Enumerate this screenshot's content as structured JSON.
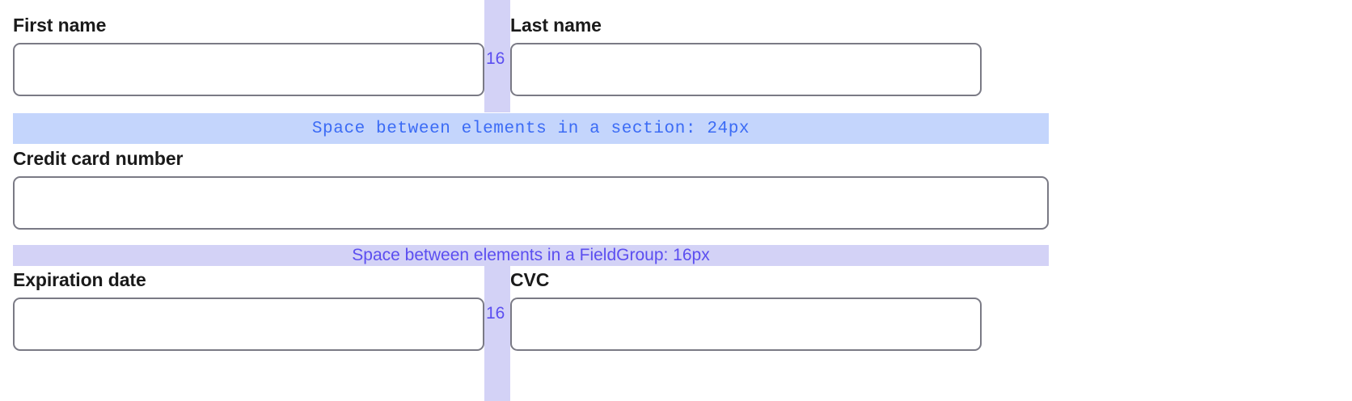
{
  "page": {
    "title": "Form spacing annotation",
    "background": "#ffffff"
  },
  "colors": {
    "section_band_bg": "#c4d5fc",
    "section_band_text": "#3b6bf5",
    "group_band_bg": "#d3d2f6",
    "group_band_text": "#5b4ef0",
    "gap_strip_bg": "#d3d2f6",
    "gap_label_text": "#5b4ef0",
    "input_border": "#7a7a85",
    "label_text": "#1a1a1a"
  },
  "annotations": {
    "section_gap": {
      "text": "Space between elements in a section: 24px",
      "value": "24px"
    },
    "fieldgroup_gap": {
      "text": "Space between elements in a FieldGroup: 16px",
      "value": "16px"
    },
    "column_gap_top": "16",
    "column_gap_bottom": "16"
  },
  "form": {
    "rows": [
      {
        "fields": [
          {
            "label": "First name",
            "value": "",
            "placeholder": ""
          },
          {
            "label": "Last name",
            "value": "",
            "placeholder": ""
          }
        ]
      },
      {
        "fields": [
          {
            "label": "Credit card number",
            "value": "",
            "placeholder": ""
          }
        ]
      },
      {
        "fields": [
          {
            "label": "Expiration date",
            "value": "",
            "placeholder": ""
          },
          {
            "label": "CVC",
            "value": "",
            "placeholder": ""
          }
        ]
      }
    ]
  }
}
